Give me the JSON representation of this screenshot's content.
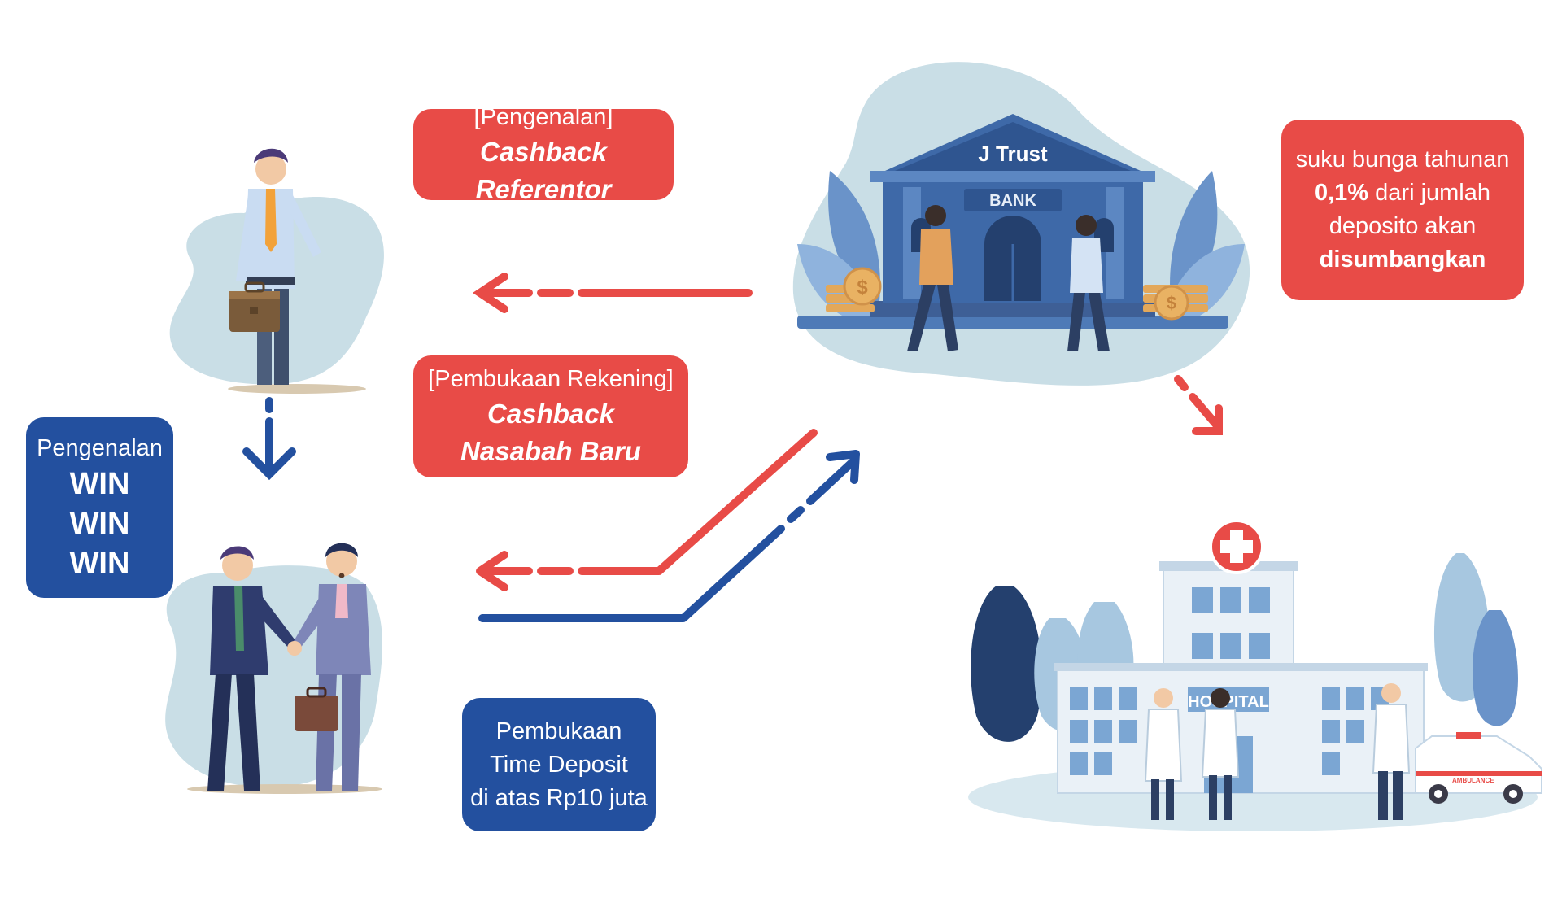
{
  "callouts": {
    "referral_intro": {
      "line1": "[Pengenalan]",
      "line2": "Cashback Referentor"
    },
    "account_opening": {
      "line1": "[Pembukaan Rekening]",
      "line2": "Cashback",
      "line3": "Nasabah Baru"
    },
    "win_box": {
      "line1": "Pengenalan",
      "line2": "WIN",
      "line3": "WIN",
      "line4": "WIN"
    },
    "time_deposit": {
      "line1": "Pembukaan",
      "line2": "Time Deposit",
      "line3": "di atas Rp10 juta"
    },
    "donation": {
      "line1": "suku bunga tahunan",
      "line2_bold": "0,1%",
      "line2_rest": " dari jumlah",
      "line3": "deposito akan",
      "line4": "disumbangkan"
    }
  },
  "bank": {
    "name": "J Trust",
    "sign": "BANK"
  },
  "hospital": {
    "sign": "HOSPITAL",
    "ambulance": "AMBULANCE"
  },
  "colors": {
    "red": "#E84B47",
    "blue": "#23509F",
    "blob": "#C9DEE6",
    "building": "#3E69A8"
  },
  "icons": [
    "businessman-figure",
    "handshake-figures",
    "bank-building",
    "hospital-building",
    "arrow-left",
    "arrow-down",
    "arrow-up-right",
    "arrow-down-right",
    "dollar-coin-icon",
    "red-cross-icon",
    "ambulance-icon"
  ]
}
